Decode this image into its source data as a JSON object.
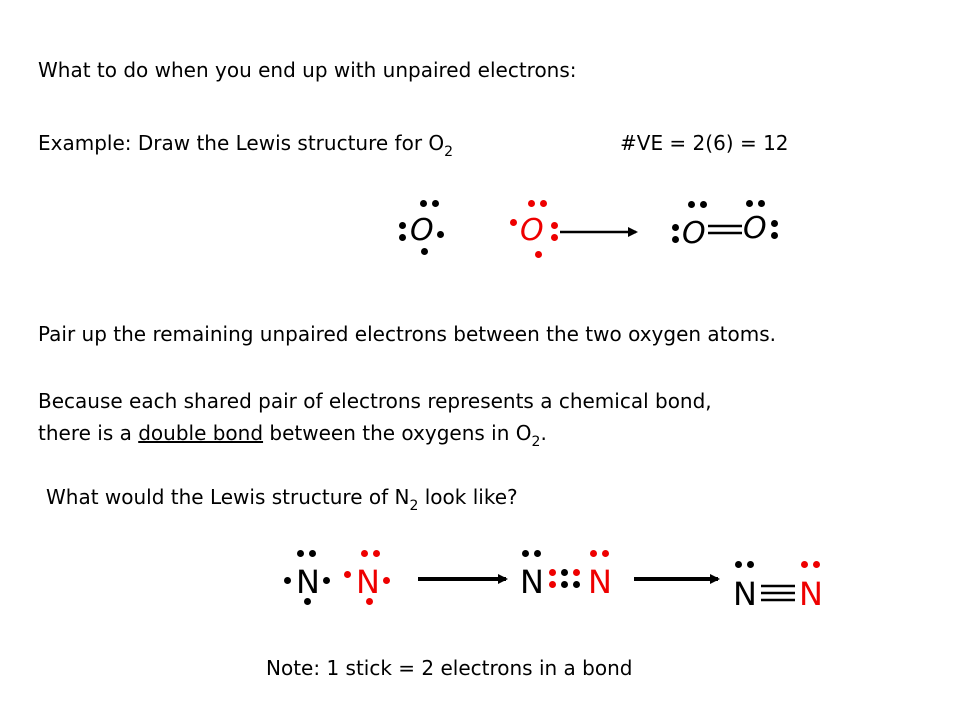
{
  "slide": {
    "intro": "What to do when you end up with unpaired electrons:",
    "example_prefix": "Example: Draw the Lewis structure for O",
    "example_sub": "2",
    "ve_count": "#VE = 2(6) = 12",
    "pair_up": "Pair up the remaining unpaired electrons between the two oxygen atoms.",
    "because_line1": "Because each shared pair of electrons represents a chemical bond,",
    "because_line2_pre": "there is a ",
    "because_line2_underlined": "double bond",
    "because_line2_post": " between the oxygens in O",
    "because_line2_sub": "2",
    "because_line2_end": ".",
    "question_prefix": "What would the Lewis structure of N",
    "question_sub": "2",
    "question_suffix": " look like?",
    "note": "Note: 1 stick = 2 electrons in a bond"
  },
  "atoms": {
    "oxygen": "O",
    "nitrogen": "N"
  },
  "colors": {
    "first_atom": "#000000",
    "second_atom": "#ee0000",
    "background": "#ffffff"
  }
}
